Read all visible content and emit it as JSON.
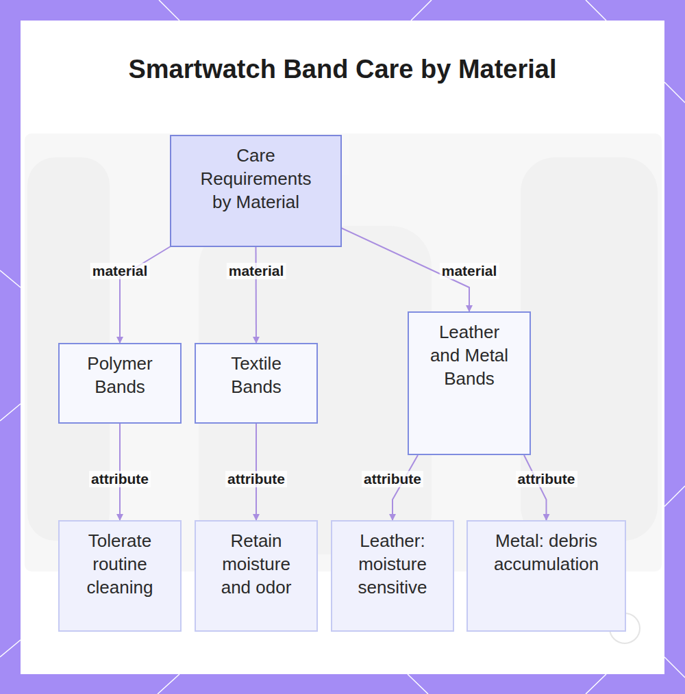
{
  "diagram": {
    "title": "Smartwatch Band Care by Material",
    "nodes": [
      {
        "text": [
          "Care Requirements by Material"
        ]
      },
      {
        "text": [
          "Polymer Bands"
        ]
      },
      {
        "text": [
          "Textile Bands"
        ]
      },
      {
        "text": [
          "Leather and Metal Bands"
        ]
      },
      {
        "text": [
          "Tolerate routine cleaning"
        ]
      },
      {
        "text": [
          "Retain moisture and odor"
        ]
      },
      {
        "text": [
          "Leather: moisture sensitive"
        ]
      },
      {
        "text": [
          "Metal: debris accumulation"
        ]
      }
    ],
    "edges": [
      {
        "from": 0,
        "to": 1,
        "label": "material",
        "arrow": "to"
      },
      {
        "from": 0,
        "to": 2,
        "label": "material",
        "arrow": "to"
      },
      {
        "from": 0,
        "to": 3,
        "label": "material",
        "arrow": "to"
      },
      {
        "from": 1,
        "to": 4,
        "label": "attribute",
        "arrow": "to"
      },
      {
        "from": 2,
        "to": 5,
        "label": "attribute",
        "arrow": "to"
      },
      {
        "from": 3,
        "to": 6,
        "label": "attribute",
        "arrow": "to"
      },
      {
        "from": 3,
        "to": 7,
        "label": "attribute",
        "arrow": "to"
      }
    ]
  }
}
